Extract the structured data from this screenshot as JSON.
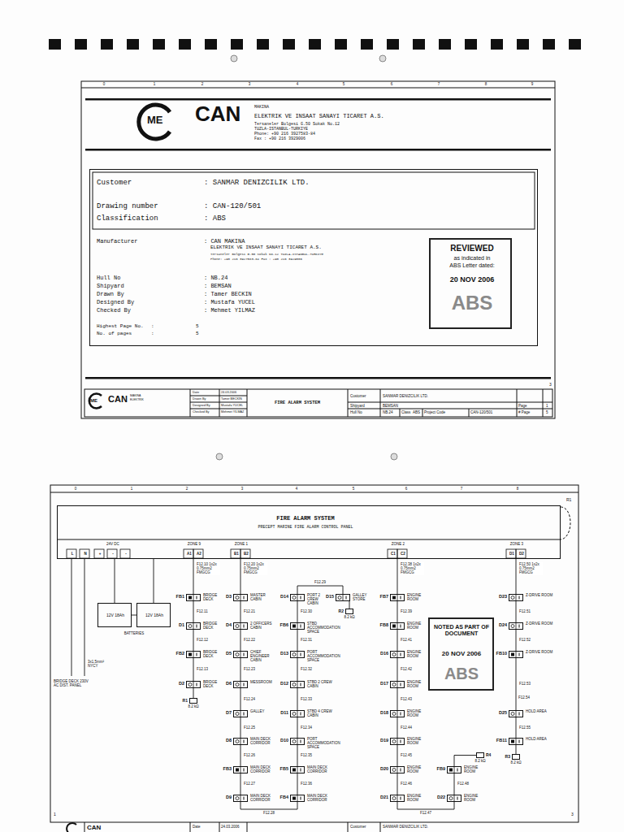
{
  "diagram": {
    "nodes": [
      {
        "text": [
          "Customer",
          ": SANMAR DENIZCILIK LTD.",
          "Drawing number",
          ": CAN-120/501",
          "Classification",
          ": ABS",
          "Manufacturer",
          ": CAN MAKINA",
          "ELEKTRIK VE INSAAT SANAYI TICARET A.S.",
          "Tersaneler Bolgesi G.50 Sokak No.12 TUZLA-ISTANBUL-TURKIYE",
          "Phone: +90 216 3927583-84 Fax : +90 216 3929006",
          "Hull No",
          ": NB.24",
          "Shipyard",
          ": BEMSAN",
          "Drawn By",
          ": Tamer BECKIN",
          "Designed By",
          ": Mustafa YUCEL",
          "Checked By",
          ": Mehmet YILMAZ",
          "Highest Page No.",
          ":",
          "5",
          "No. of pages",
          ":",
          "5"
        ]
      },
      {
        "text": [
          "REVIEWED",
          "as indicated in",
          "ABS Letter dated:",
          "20 NOV 2006",
          "ABS"
        ],
        "in": 0
      },
      {
        "text": [
          "FIRE ALARM SYSTEM",
          "PRECEPT MARINE FIRE ALARM CONTROL PANEL",
          "24V DC",
          "ZONE 9",
          "ZONE 1",
          "ZONE 2",
          "ZONE 3",
          "L",
          "N",
          "+",
          "-",
          "-",
          "A1",
          "A2",
          "B1",
          "B2",
          "C1",
          "C2",
          "D1",
          "D2"
        ]
      },
      {
        "text": [
          "12V 18Ah"
        ]
      },
      {
        "text": [
          "12V 18Ah"
        ]
      },
      {
        "text": [
          "FB1",
          "BRIDGE DECK"
        ]
      },
      {
        "text": [
          "D1",
          "BRIDGE DECK"
        ]
      },
      {
        "text": [
          "FB2",
          "BRIDGE DECK"
        ]
      },
      {
        "text": [
          "D2",
          "BRIDGE DECK"
        ]
      },
      {
        "text": [
          "R1",
          "8.2 kΩ"
        ]
      },
      {
        "text": [
          "D3",
          "MASTER CABIN"
        ]
      },
      {
        "text": [
          "D4",
          "2 OFFICERS CABIN"
        ]
      },
      {
        "text": [
          "D5",
          "CHIEF ENGINEER CABIN"
        ]
      },
      {
        "text": [
          "D6",
          "MESSROOM"
        ]
      },
      {
        "text": [
          "D7",
          "GALLEY"
        ]
      },
      {
        "text": [
          "D8",
          "MAIN DECK CORRIDOR"
        ]
      },
      {
        "text": [
          "FB3",
          "MAIN DECK CORRIDOR"
        ]
      },
      {
        "text": [
          "D9",
          "MAIN DECK CORRIDOR"
        ]
      },
      {
        "text": [
          "D14",
          "PORT 2 CREW CABIN"
        ]
      },
      {
        "text": [
          "D15",
          "GALLEY STORE"
        ]
      },
      {
        "text": [
          "R2",
          "8.2 kΩ"
        ]
      },
      {
        "text": [
          "FB6",
          "STBD ACCOMMODATION SPACE"
        ]
      },
      {
        "text": [
          "D13",
          "PORT ACCOMMODATION SPACE"
        ]
      },
      {
        "text": [
          "D12",
          "STBD 2 CREW CABIN"
        ]
      },
      {
        "text": [
          "D11",
          "STBD 4 CREW CABIN"
        ]
      },
      {
        "text": [
          "D10",
          "PORT ACCOMMODATION SPACE"
        ]
      },
      {
        "text": [
          "FB5",
          "MAIN DECK CORRIDOR"
        ]
      },
      {
        "text": [
          "FB4",
          "MAIN DECK CORRIDOR"
        ]
      },
      {
        "text": [
          "FB7",
          "ENGINE ROOM"
        ]
      },
      {
        "text": [
          "FB8",
          "ENGINE ROOM"
        ]
      },
      {
        "text": [
          "D16",
          "ENGINE ROOM"
        ]
      },
      {
        "text": [
          "D17",
          "ENGINE ROOM"
        ]
      },
      {
        "text": [
          "D18",
          "ENGINE ROOM"
        ]
      },
      {
        "text": [
          "D19",
          "ENGINE ROOM"
        ]
      },
      {
        "text": [
          "D20",
          "ENGINE ROOM"
        ]
      },
      {
        "text": [
          "D21",
          "ENGINE ROOM"
        ]
      },
      {
        "text": [
          "R4",
          "8.2 kΩ"
        ]
      },
      {
        "text": [
          "FB9",
          "ENGINE ROOM"
        ]
      },
      {
        "text": [
          "D22",
          "ENGINE ROOM"
        ]
      },
      {
        "text": [
          "NOTED AS PART OF DOCUMENT",
          "20 NOV 2006",
          "ABS"
        ]
      },
      {
        "text": [
          "D23",
          "Z-DRIVE ROOM"
        ]
      },
      {
        "text": [
          "D24",
          "Z-DRIVE ROOM"
        ]
      },
      {
        "text": [
          "FB10",
          "Z-DRIVE ROOM"
        ]
      },
      {
        "text": [
          "D25",
          "HOLD AREA"
        ]
      },
      {
        "text": [
          "FB11",
          "HOLD AREA"
        ]
      },
      {
        "text": [
          "R3",
          "8.2 kΩ"
        ]
      }
    ],
    "edges": [
      {
        "from": 2,
        "to": 5,
        "arrow": "none",
        "label": "F12.10 1x2x 0.75mm2 FMGCG"
      },
      {
        "from": 5,
        "to": 6,
        "arrow": "none",
        "label": "F12.11"
      },
      {
        "from": 6,
        "to": 7,
        "arrow": "none",
        "label": "F12.12"
      },
      {
        "from": 7,
        "to": 8,
        "arrow": "none",
        "label": "F12.13"
      },
      {
        "from": 8,
        "to": 9,
        "arrow": "none"
      },
      {
        "from": 2,
        "to": 10,
        "arrow": "none",
        "label": "F12.20 1x2x 0.75mm2 FMGCG"
      },
      {
        "from": 10,
        "to": 11,
        "arrow": "none",
        "label": "F12.21"
      },
      {
        "from": 11,
        "to": 12,
        "arrow": "none",
        "label": "F12.22"
      },
      {
        "from": 12,
        "to": 13,
        "arrow": "none",
        "label": "F12.23"
      },
      {
        "from": 13,
        "to": 14,
        "arrow": "none",
        "label": "F12.24"
      },
      {
        "from": 14,
        "to": 15,
        "arrow": "none",
        "label": "F12.25"
      },
      {
        "from": 15,
        "to": 16,
        "arrow": "none",
        "label": "F12.26"
      },
      {
        "from": 16,
        "to": 17,
        "arrow": "none",
        "label": "F12.27"
      },
      {
        "from": 17,
        "to": 27,
        "arrow": "none",
        "label": "F12.28"
      },
      {
        "from": 27,
        "to": 26,
        "arrow": "none",
        "label": "F12.36"
      },
      {
        "from": 26,
        "to": 25,
        "arrow": "none",
        "label": "F12.35"
      },
      {
        "from": 25,
        "to": 24,
        "arrow": "none",
        "label": "F12.34"
      },
      {
        "from": 24,
        "to": 23,
        "arrow": "none",
        "label": "F12.33"
      },
      {
        "from": 23,
        "to": 22,
        "arrow": "none",
        "label": "F12.32"
      },
      {
        "from": 22,
        "to": 21,
        "arrow": "none",
        "label": "F12.31"
      },
      {
        "from": 21,
        "to": 18,
        "arrow": "none",
        "label": "F12.30"
      },
      {
        "from": 18,
        "to": 19,
        "arrow": "none",
        "label": "F12.29"
      },
      {
        "from": 19,
        "to": 20,
        "arrow": "none"
      },
      {
        "from": 2,
        "to": 28,
        "arrow": "none",
        "label": "F12.38 1x2x 0.75mm2 FMGCG"
      },
      {
        "from": 28,
        "to": 29,
        "arrow": "none",
        "label": "F12.39"
      },
      {
        "from": 29,
        "to": 30,
        "arrow": "none",
        "label": "F12.41"
      },
      {
        "from": 30,
        "to": 31,
        "arrow": "none",
        "label": "F12.42"
      },
      {
        "from": 31,
        "to": 32,
        "arrow": "none",
        "label": "F12.43"
      },
      {
        "from": 32,
        "to": 33,
        "arrow": "none",
        "label": "F12.44"
      },
      {
        "from": 33,
        "to": 34,
        "arrow": "none",
        "label": "F12.45"
      },
      {
        "from": 34,
        "to": 35,
        "arrow": "none",
        "label": "F12.46"
      },
      {
        "from": 35,
        "to": 38,
        "arrow": "none",
        "label": "F12.47"
      },
      {
        "from": 38,
        "to": 37,
        "arrow": "none",
        "label": "F12.48"
      },
      {
        "from": 37,
        "to": 36,
        "arrow": "none"
      },
      {
        "from": 2,
        "to": 40,
        "arrow": "none",
        "label": "F12.50 1x2x 0.75mm2 FMGCG"
      },
      {
        "from": 40,
        "to": 41,
        "arrow": "none",
        "label": "F12.51"
      },
      {
        "from": 41,
        "to": 42,
        "arrow": "none",
        "label": "F12.52"
      },
      {
        "from": 42,
        "to": 43,
        "arrow": "none",
        "label": "F12.53"
      },
      {
        "from": 43,
        "to": 44,
        "arrow": "none",
        "label": "F12.55"
      },
      {
        "from": 44,
        "to": 45,
        "arrow": "none"
      },
      {
        "from": 3,
        "to": 2,
        "arrow": "none"
      },
      {
        "from": 4,
        "to": 2,
        "arrow": "none"
      }
    ],
    "labels": [
      "ME",
      "CAN",
      "MAKINA",
      "ELEKTRIK VE INSAAT SANAYI TICARET A.S.",
      "Tersaneler Bolgesi G.50 Sokak No.12",
      "TUZLA-ISTANBUL-TURKIYE",
      "Phone: +90 216 3927583-84",
      "Fax : +90 216 3929006",
      "0",
      "1",
      "2",
      "3",
      "4",
      "5",
      "6",
      "7",
      "8",
      "9",
      "3",
      "ME",
      "CAN",
      "MAKINA",
      "ELEKTRIK",
      "Date",
      "24.03.2006",
      "Drawn By",
      "Tamer BECKIN",
      "Designed By",
      "Mustafa YUCEL",
      "Checked By",
      "Mehmet YILMAZ",
      "FIRE ALARM SYSTEM",
      "Customer",
      "SANMAR DENIZCILIK LTD.",
      "Shipyard",
      "BEMSAN",
      "Hull No",
      "NB.24",
      "Class",
      "ABS",
      "Project Code",
      "CAN-120/501",
      "Page",
      "1",
      "# Page",
      "5",
      "0",
      "1",
      "2",
      "3",
      "4",
      "5",
      "6",
      "7",
      "8",
      "R1",
      "BATTERIES",
      "3x1.5mm² NYCY",
      "BRIDGE DECK 230V AC DIST. PANEL",
      "F12.54",
      "1",
      "3",
      "CAN",
      "Date",
      "24.03.2006",
      "Customer",
      "SANMAR DENIZCILIK LTD."
    ]
  }
}
